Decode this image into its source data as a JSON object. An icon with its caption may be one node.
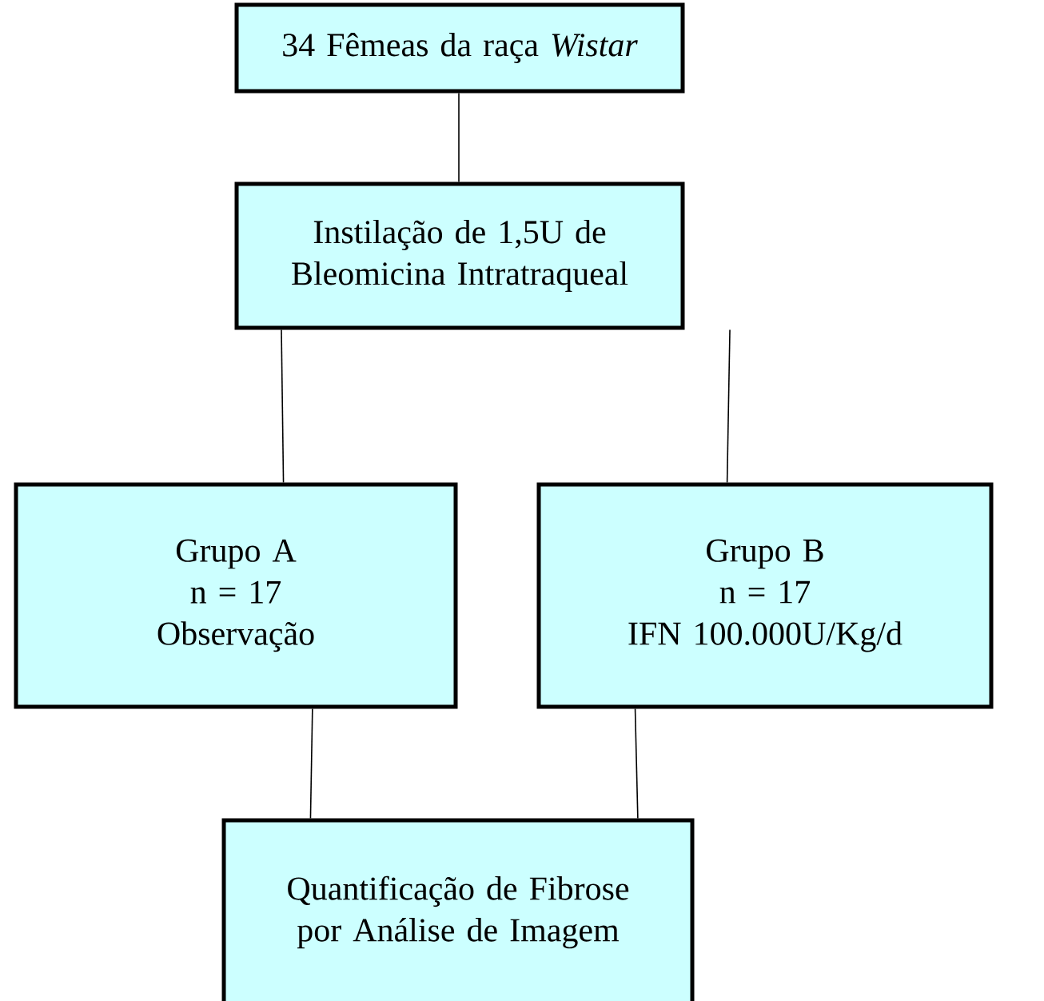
{
  "diagram": {
    "nodes": [
      {
        "text": [
          "34 Fêmeas da raça *Wistar*"
        ]
      },
      {
        "text": [
          "Instilação de 1,5U de Bleomicina Intratraqueal"
        ]
      },
      {
        "text": [
          "Grupo A",
          "n = 17",
          "Observação"
        ]
      },
      {
        "text": [
          "Grupo B",
          "n = 17",
          "IFN 100.000U/Kg/d"
        ]
      },
      {
        "text": [
          "Quantificação de Fibrose por Análise de Imagem"
        ]
      }
    ],
    "edges": [
      {
        "from": 0,
        "to": 1,
        "arrow": "none"
      },
      {
        "from": 1,
        "to": 2,
        "arrow": "none"
      },
      {
        "from": 1,
        "to": 3,
        "arrow": "none"
      },
      {
        "from": 2,
        "to": 4,
        "arrow": "none"
      },
      {
        "from": 3,
        "to": 4,
        "arrow": "none"
      }
    ]
  }
}
